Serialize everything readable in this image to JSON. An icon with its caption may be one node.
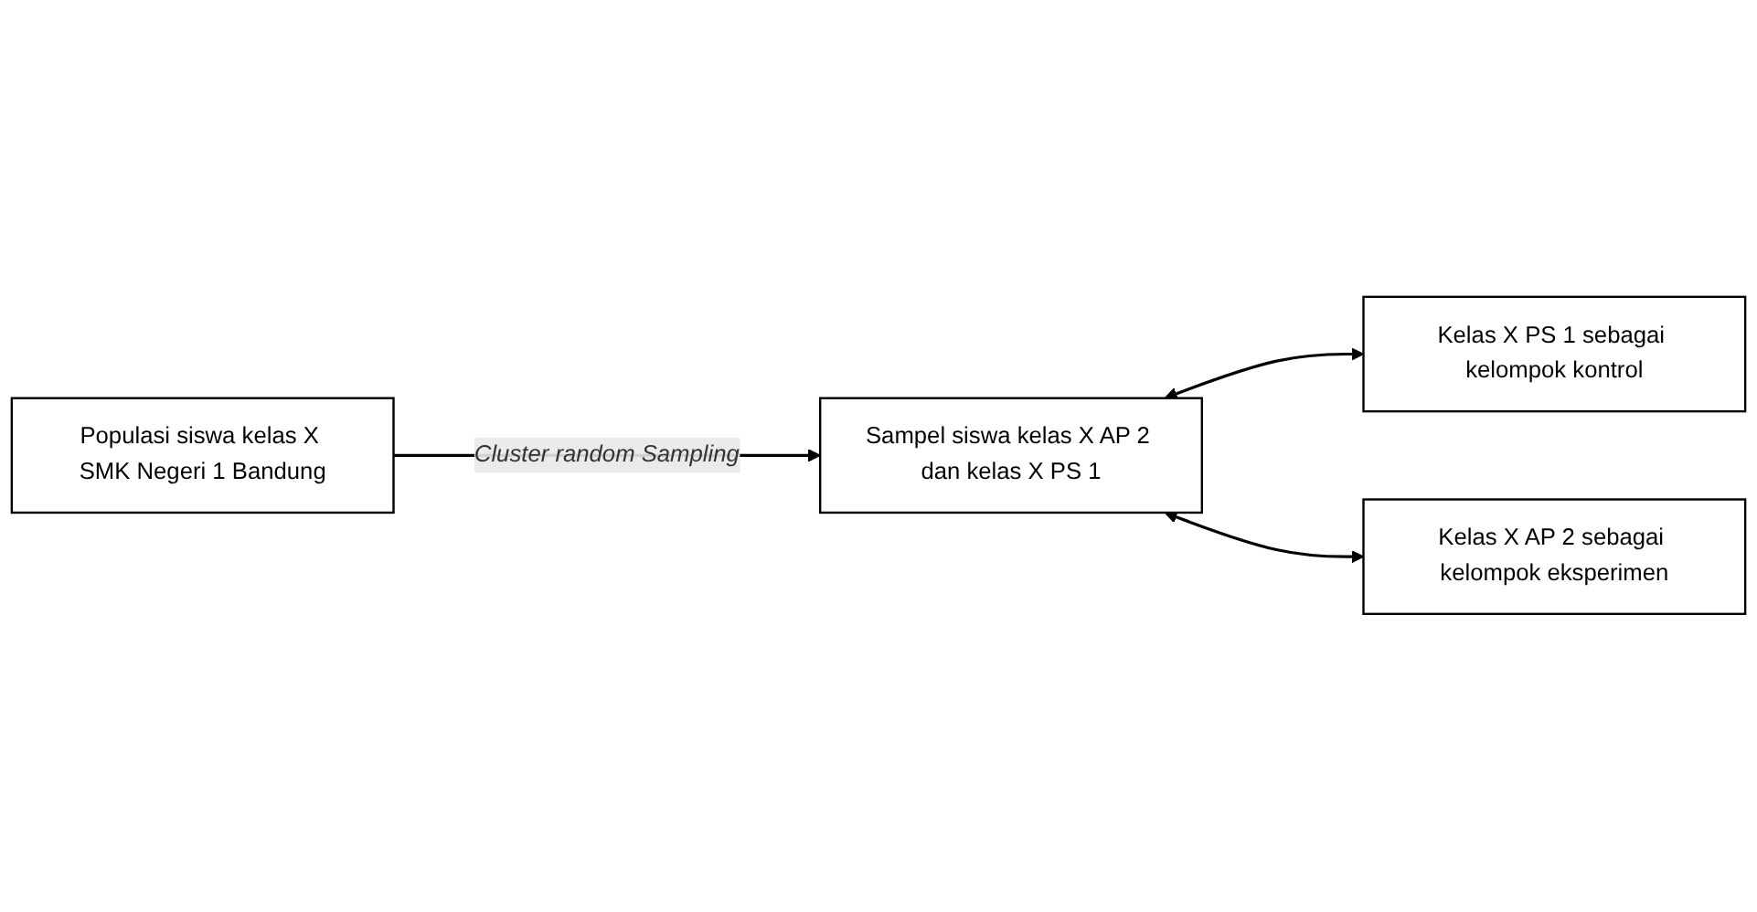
{
  "diagram": {
    "nodes": [
      {
        "text": [
          "Populasi siswa kelas X SMK Negeri 1 Bandung"
        ]
      },
      {
        "text": [
          "Sampel siswa kelas X AP 2 dan kelas X PS 1"
        ]
      },
      {
        "text": [
          "Kelas X PS 1 sebagai kelompok kontrol"
        ]
      },
      {
        "text": [
          "Kelas X AP 2 sebagai kelompok eksperimen"
        ]
      }
    ],
    "edges": [
      {
        "from": 0,
        "to": 1,
        "arrow": "to",
        "label": "Cluster random Sampling"
      },
      {
        "from": 1,
        "to": 2,
        "arrow": "both"
      },
      {
        "from": 1,
        "to": 3,
        "arrow": "both"
      }
    ]
  }
}
